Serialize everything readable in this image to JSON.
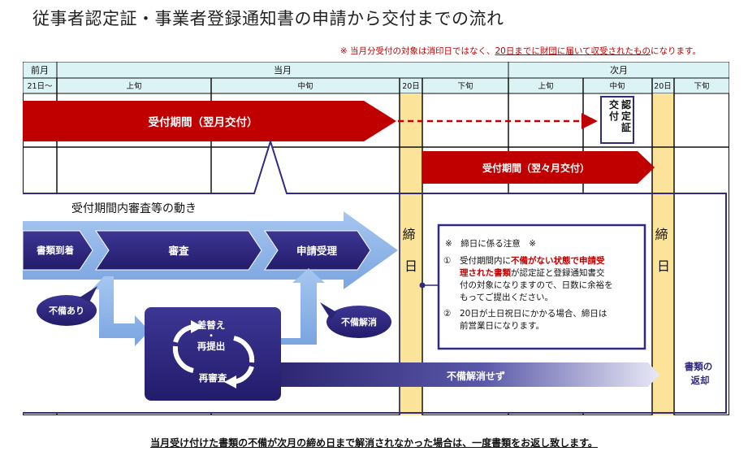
{
  "title": "従事者認定証・事業者登録通知書の申請から交付までの流れ",
  "note_top": {
    "prefix": "※ 当月分受付の対象は消印日ではなく、",
    "underlined": "20日までに財団に届いて収受されたもの",
    "suffix": "になります。"
  },
  "months": {
    "prev": "前月",
    "current": "当月",
    "next": "次月"
  },
  "periods": {
    "prev_21": "21日～",
    "cur_early": "上旬",
    "cur_mid": "中旬",
    "cur_20": "20日",
    "cur_late": "下旬",
    "next_early": "上旬",
    "next_mid": "中旬",
    "next_20": "20日",
    "next_late": "下旬"
  },
  "arrow_next_month": "受付期間（翌月交付）",
  "arrow_month_after": "受付期間（翌々月交付）",
  "issue_box": {
    "line1": "認定証",
    "line2": "交付"
  },
  "flow_title": "受付期間内審査等の動き",
  "steps": {
    "arrival": "書類到着",
    "review": "審査",
    "accept": "申請受理"
  },
  "bubbles": {
    "defect": "不備あり",
    "resolved": "不備解消"
  },
  "resubmit": {
    "line1": "差替え",
    "line2": "・",
    "line3": "再提出",
    "line4": "再審査"
  },
  "unresolved": "不備解消せず",
  "return_label": {
    "line1": "書類の",
    "line2": "返却"
  },
  "deadline": {
    "line1": "締",
    "line2": "日"
  },
  "deadline_note": {
    "heading": "※　締日に係る注意　※",
    "item1_num": "①",
    "item1_a": "受付期間内に",
    "item1_red": "不備がない状態で申請受",
    "item1_red2": "理された書類",
    "item1_b": "が認定証と登録通知書交",
    "item1_c": "付の対象になりますので、日数に余裕を",
    "item1_d": "もってご提出ください。",
    "item2_num": "②",
    "item2_a": "20日が土日祝日にかかる場合、締日は",
    "item2_b": "前営業日になります。"
  },
  "footer_note": "当月受け付けた書類の不備が次月の締め日まで解消されなかった場合は、一度書類をお返し致します。",
  "colors": {
    "header_fill": "#dcf3f5",
    "red": "#c00000",
    "navy": "#302a82",
    "light_blue": "#8bb3e8",
    "deadline_yellow": "#fbe39a"
  }
}
